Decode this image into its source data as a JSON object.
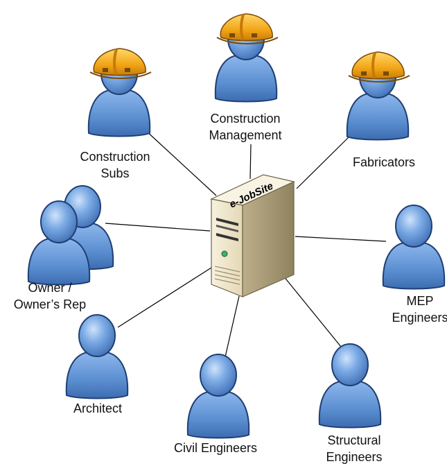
{
  "server": {
    "label": "e-JobSite"
  },
  "nodes": [
    {
      "id": "construction-management",
      "lines": [
        "Construction",
        "Management"
      ],
      "hardhat": true
    },
    {
      "id": "construction-subs",
      "lines": [
        "Construction",
        "Subs"
      ],
      "hardhat": true
    },
    {
      "id": "fabricators",
      "lines": [
        "Fabricators"
      ],
      "hardhat": true
    },
    {
      "id": "owner-owners-rep",
      "lines": [
        "Owner /",
        "Owner’s Rep"
      ],
      "hardhat": false,
      "double": true
    },
    {
      "id": "mep-engineers",
      "lines": [
        "MEP",
        "Engineers"
      ],
      "hardhat": false
    },
    {
      "id": "architect",
      "lines": [
        "Architect"
      ],
      "hardhat": false
    },
    {
      "id": "civil-engineers",
      "lines": [
        "Civil Engineers"
      ],
      "hardhat": false
    },
    {
      "id": "structural-engineers",
      "lines": [
        "Structural",
        "Engineers"
      ],
      "hardhat": false
    }
  ],
  "colors": {
    "person_fill": "#5b8fd1",
    "person_stroke": "#1f3f73",
    "hardhat": "#f2a516",
    "server_body": "#efe6cd",
    "line": "#000000"
  }
}
